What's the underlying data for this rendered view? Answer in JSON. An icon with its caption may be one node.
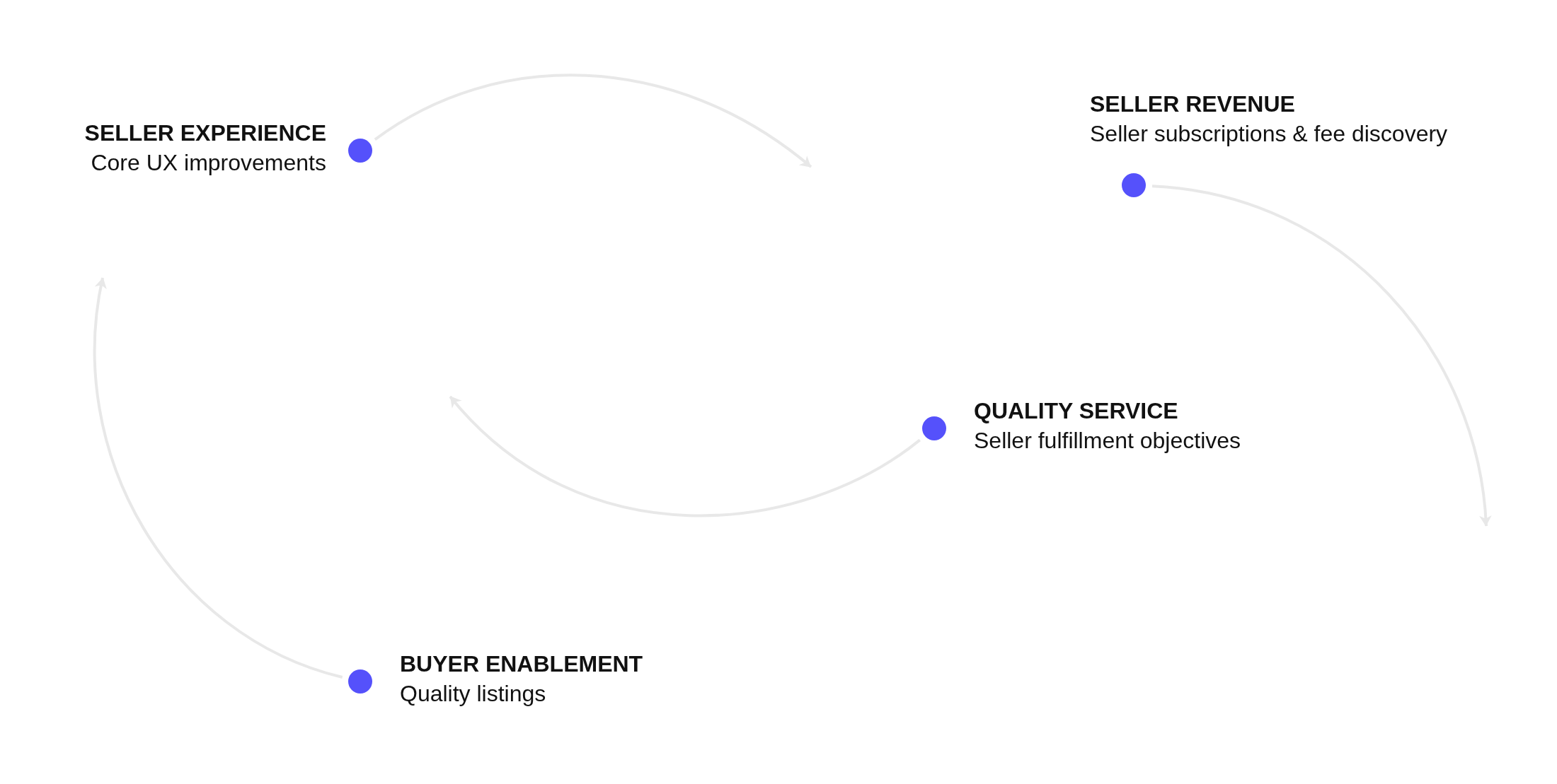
{
  "diagram": {
    "nodes": [
      {
        "text": [
          "SELLER EXPERIENCE",
          "Core UX improvements"
        ]
      },
      {
        "text": [
          "SELLER REVENUE",
          "Seller subscriptions & fee discovery"
        ]
      },
      {
        "text": [
          "QUALITY SERVICE",
          "Seller fulfillment objectives"
        ]
      },
      {
        "text": [
          "BUYER ENABLEMENT",
          "Quality listings"
        ]
      }
    ],
    "edges": [
      {
        "from": 0,
        "to": null,
        "arrow": "to"
      },
      {
        "from": 1,
        "to": null,
        "arrow": "to"
      },
      {
        "from": 2,
        "to": null,
        "arrow": "to"
      },
      {
        "from": 3,
        "to": null,
        "arrow": "to"
      }
    ]
  }
}
